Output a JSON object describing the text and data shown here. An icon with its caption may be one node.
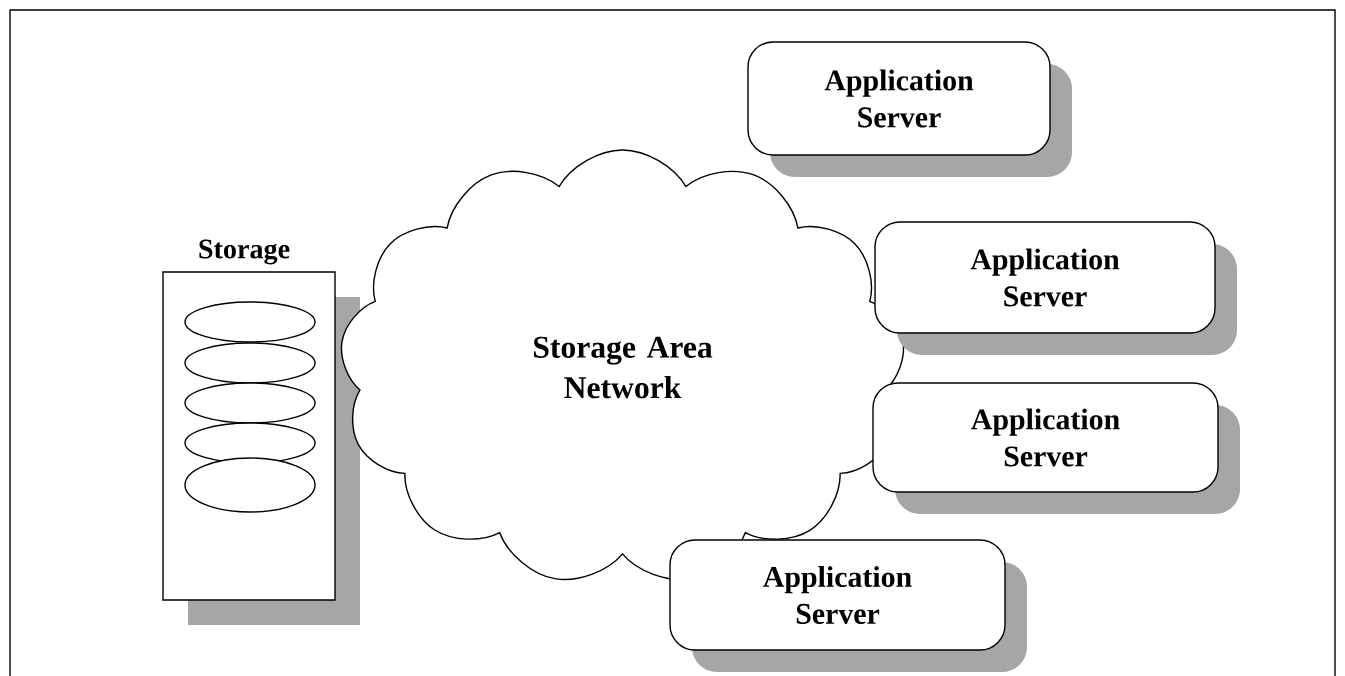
{
  "diagram": {
    "nodes": [
      {
        "text": [
          "Storage"
        ]
      },
      {
        "text": [],
        "shape": "ellipse",
        "in": 0
      },
      {
        "text": [],
        "shape": "ellipse",
        "in": 0
      },
      {
        "text": [],
        "shape": "ellipse",
        "in": 0
      },
      {
        "text": [],
        "shape": "ellipse",
        "in": 0
      },
      {
        "text": [],
        "shape": "ellipse",
        "in": 0
      },
      {
        "text": [
          "Storage Area Network"
        ]
      },
      {
        "text": [
          "Application Server"
        ]
      },
      {
        "text": [
          "Application Server"
        ]
      },
      {
        "text": [
          "Application Server"
        ]
      },
      {
        "text": [
          "Application Server"
        ]
      }
    ]
  }
}
